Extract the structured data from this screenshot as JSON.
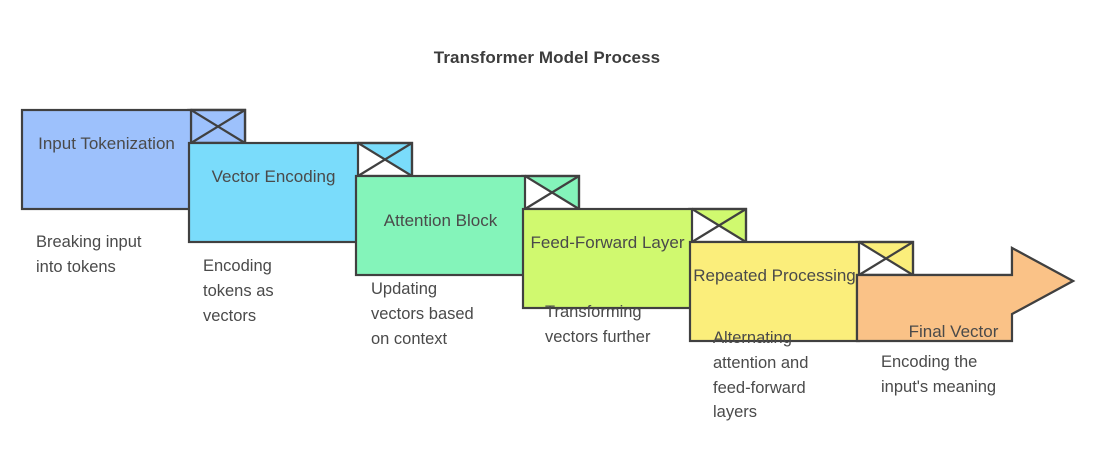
{
  "diagram": {
    "title": "Transformer Model Process",
    "type": "stepped-process-flow",
    "title_color": "#3c3c3c",
    "text_color": "#4a4a4a",
    "outline_color": "#404040",
    "background": "#ffffff",
    "steps": [
      {
        "label": "Input\nTokenization",
        "caption": "Breaking input\ninto tokens",
        "color": "#9dc1fc",
        "shape": "folded-rect"
      },
      {
        "label": "Vector\nEncoding",
        "caption": "Encoding\ntokens as\nvectors",
        "color": "#7adcfb",
        "shape": "folded-rect"
      },
      {
        "label": "Attention Block",
        "caption": "Updating\nvectors based\non context",
        "color": "#84f4ba",
        "shape": "folded-rect"
      },
      {
        "label": "Feed-Forward\nLayer",
        "caption": "Transforming\nvectors further",
        "color": "#d0f96f",
        "shape": "folded-rect"
      },
      {
        "label": "Repeated\nProcessing",
        "caption": "Alternating\nattention and\nfeed-forward\nlayers",
        "color": "#fbee7b",
        "shape": "folded-rect"
      },
      {
        "label": "Final Vector",
        "caption": "Encoding the\ninput's meaning",
        "color": "#fac287",
        "shape": "arrow"
      }
    ]
  }
}
